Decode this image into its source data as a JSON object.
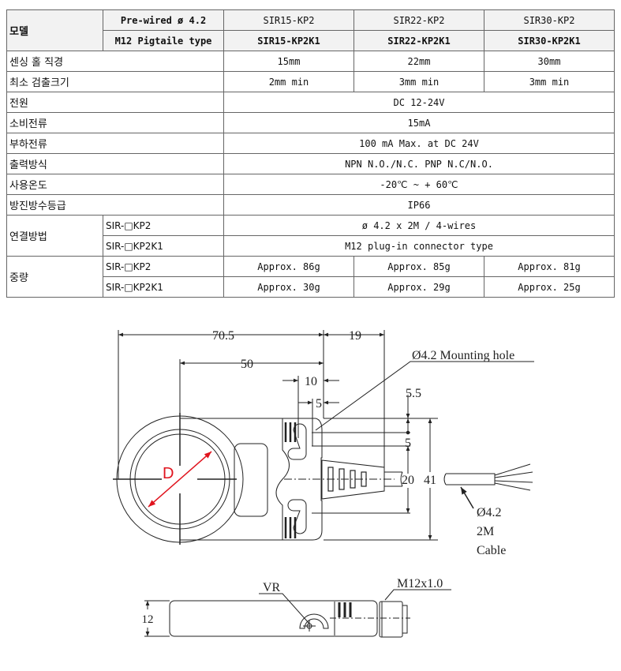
{
  "table": {
    "model_label": "모델",
    "header_rows": [
      {
        "type": "Pre-wired ø 4.2",
        "models": [
          "SIR15-KP2",
          "SIR22-KP2",
          "SIR30-KP2"
        ]
      },
      {
        "type": "M12 Pigtaile type",
        "models": [
          "SIR15-KP2K1",
          "SIR22-KP2K1",
          "SIR30-KP2K1"
        ]
      }
    ],
    "rows": [
      {
        "label": "센싱 홀 직경",
        "values": [
          "15mm",
          "22mm",
          "30mm"
        ]
      },
      {
        "label": "최소 검출크기",
        "values": [
          "2mm min",
          "3mm min",
          "3mm min"
        ]
      },
      {
        "label": "전원",
        "value": "DC 12-24V"
      },
      {
        "label": "소비전류",
        "value": "15mA"
      },
      {
        "label": "부하전류",
        "value": "100 mA Max. at DC 24V"
      },
      {
        "label": "출력방식",
        "value": "NPN N.O./N.C. PNP N.C/N.O."
      },
      {
        "label": "사용온도",
        "value": "-20℃ ~ + 60℃"
      },
      {
        "label": "방진방수등급",
        "value": "IP66"
      }
    ],
    "connection": {
      "label": "연결방법",
      "sub": [
        {
          "model": "SIR-□KP2",
          "value": "ø 4.2 x 2M / 4-wires"
        },
        {
          "model": "SIR-□KP2K1",
          "value": "M12 plug-in connector type"
        }
      ]
    },
    "weight": {
      "label": "중량",
      "sub": [
        {
          "model": "SIR-□KP2",
          "values": [
            "Approx. 86g",
            "Approx. 85g",
            "Approx. 81g"
          ]
        },
        {
          "model": "SIR-□KP2K1",
          "values": [
            "Approx. 30g",
            "Approx. 29g",
            "Approx. 25g"
          ]
        }
      ]
    }
  },
  "drawing": {
    "dim_70_5": "70.5",
    "dim_19": "19",
    "dim_50": "50",
    "dim_10": "10",
    "dim_5a": "5",
    "dim_5_5": "5.5",
    "dim_5b": "5",
    "dim_20": "20",
    "dim_41": "41",
    "diameter_label": "D",
    "mounting_hole": "Ø4.2 Mounting hole",
    "cable_dia": "Ø4.2",
    "cable_len": "2M",
    "cable_label": "Cable",
    "dim_12": "12",
    "vr_label": "VR",
    "thread_label": "M12x1.0",
    "accent_color": "#e0141e"
  }
}
